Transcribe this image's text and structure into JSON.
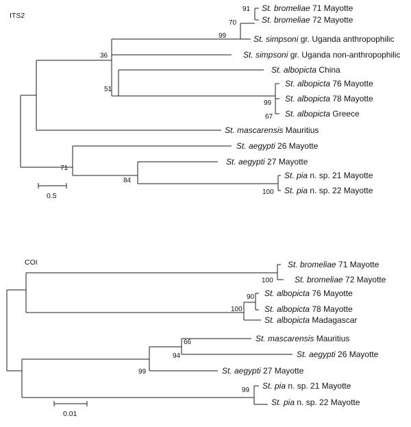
{
  "its2": {
    "title": "ITS2",
    "scale_label": "0.5",
    "taxa": {
      "brom71": {
        "genus": "St. bromeliae",
        "rest": " 71 Mayotte"
      },
      "brom72": {
        "genus": "St. bromeliae",
        "rest": " 72 Mayotte"
      },
      "simp_a": {
        "genus": "St. simpsoni",
        "rest": " gr. Uganda anthropophilic"
      },
      "simp_n": {
        "genus": "St. simpsoni",
        "rest": " gr. Uganda non-anthropophilic"
      },
      "albo_ch": {
        "genus": "St. albopicta",
        "rest": " China"
      },
      "albo76": {
        "genus": "St. albopicta",
        "rest": " 76 Mayotte"
      },
      "albo78": {
        "genus": "St. albopicta",
        "rest": " 78 Mayotte"
      },
      "albo_gr": {
        "genus": "St. albopicta",
        "rest": " Greece"
      },
      "masc": {
        "genus": "St. mascarensis",
        "rest": " Mauritius"
      },
      "aeg26": {
        "genus": "St. aegypti",
        "rest": "  26 Mayotte"
      },
      "aeg27": {
        "genus": "St. aegypti",
        "rest": "  27 Mayotte"
      },
      "pia21": {
        "genus": "St. pia",
        "rest": " n. sp.  21 Mayotte"
      },
      "pia22": {
        "genus": "St. pia",
        "rest": " n. sp.  22 Mayotte"
      }
    },
    "bootstrap": {
      "b91": "91",
      "b70": "70",
      "b99": "99",
      "b36": "36",
      "b51": "51",
      "b99b": "99",
      "b67": "67",
      "b71": "71",
      "b84": "84",
      "b100": "100"
    }
  },
  "coi": {
    "title": "COI",
    "scale_label": "0.01",
    "taxa": {
      "brom71": {
        "genus": "St. bromeliae",
        "rest": " 71 Mayotte"
      },
      "brom72": {
        "genus": "St. bromeliae",
        "rest": " 72 Mayotte"
      },
      "albo76": {
        "genus": "St. albopicta",
        "rest": " 76 Mayotte"
      },
      "albo78": {
        "genus": "St. albopicta",
        "rest": " 78 Mayotte"
      },
      "albo_md": {
        "genus": "St. albopicta",
        "rest": " Madagascar"
      },
      "masc": {
        "genus": "St. mascarensis",
        "rest": " Mauritius"
      },
      "aeg26": {
        "genus": "St. aegypti",
        "rest": "  26 Mayotte"
      },
      "aeg27": {
        "genus": "St. aegypti",
        "rest": "  27 Mayotte"
      },
      "pia21": {
        "genus": "St. pia",
        "rest": " n. sp.  21 Mayotte"
      },
      "pia22": {
        "genus": "St. pia",
        "rest": " n. sp.  22 Mayotte"
      }
    },
    "bootstrap": {
      "b100a": "100",
      "b90": "90",
      "b100b": "100",
      "b66": "66",
      "b94": "94",
      "b99a": "99",
      "b99b": "99"
    }
  }
}
